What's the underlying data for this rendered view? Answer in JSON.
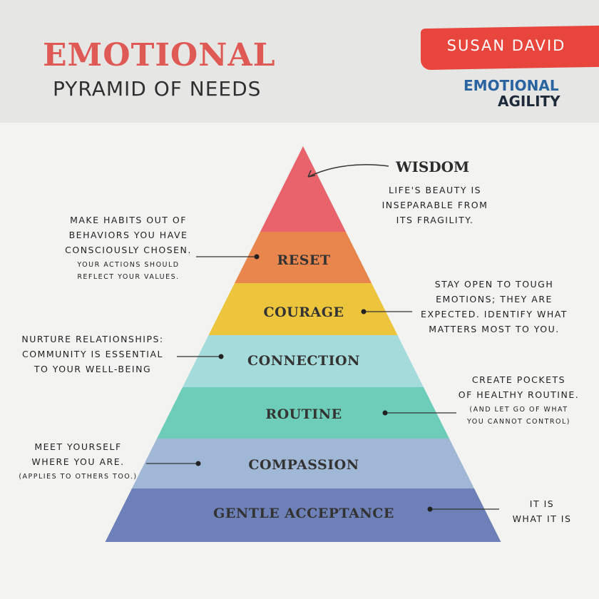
{
  "header": {
    "title": "EMOTIONAL",
    "subtitle": "PYRAMID OF NEEDS",
    "author": "SUSAN DAVID",
    "book_line1": "EMOTIONAL",
    "book_line2": "AGILITY"
  },
  "colors": {
    "title": "#e05a55",
    "brand": "#e8463c"
  },
  "layers": [
    {
      "label": "WISDOM",
      "color": "#e8636b"
    },
    {
      "label": "RESET",
      "color": "#e9864e"
    },
    {
      "label": "COURAGE",
      "color": "#ecc53c"
    },
    {
      "label": "CONNECTION",
      "color": "#a6dbdb"
    },
    {
      "label": "ROUTINE",
      "color": "#6dcdb9"
    },
    {
      "label": "COMPASSION",
      "color": "#a0b7d6"
    },
    {
      "label": "GENTLE ACCEPTANCE",
      "color": "#6d80b7"
    }
  ],
  "notes": {
    "wisdom": [
      "LIFE'S BEAUTY IS",
      "INSEPARABLE FROM",
      "ITS FRAGILITY."
    ],
    "reset": [
      "MAKE HABITS OUT OF",
      "BEHAVIORS YOU HAVE",
      "CONSCIOUSLY CHOSEN."
    ],
    "reset_small": [
      "YOUR ACTIONS SHOULD",
      "REFLECT YOUR VALUES."
    ],
    "courage": [
      "STAY OPEN TO TOUGH",
      "EMOTIONS; THEY ARE",
      "EXPECTED. IDENTIFY WHAT",
      "MATTERS MOST TO YOU."
    ],
    "connection": [
      "NURTURE RELATIONSHIPS:",
      "COMMUNITY IS ESSENTIAL",
      "TO YOUR WELL-BEING"
    ],
    "routine": [
      "CREATE POCKETS",
      "OF HEALTHY ROUTINE."
    ],
    "routine_small": [
      "(AND LET GO OF WHAT",
      "YOU CANNOT CONTROL)"
    ],
    "compassion": [
      "MEET YOURSELF",
      "WHERE YOU ARE."
    ],
    "compassion_small": [
      "(APPLIES TO OTHERS TOO.)"
    ],
    "gentle": [
      "IT IS",
      "WHAT IT IS"
    ]
  }
}
